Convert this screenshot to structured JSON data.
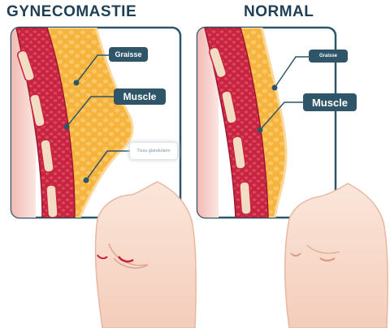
{
  "titles": {
    "left": "GYNECOMASTIE",
    "right": "NORMAL"
  },
  "labels": {
    "left_fat": "Graisse",
    "left_muscle": "Muscle",
    "left_tissue": "Tissu glandulaire",
    "right_fat": "Graisse",
    "right_muscle": "Muscle"
  },
  "colors": {
    "title": "#1f3f55",
    "label_bg": "#2f5568",
    "fat": "#f6b33e",
    "fat_light": "#f9d89a",
    "muscle": "#c8243f",
    "bone": "#f3dcc4",
    "skin": "#f7d9c9",
    "panel_border": "#2f5568"
  }
}
